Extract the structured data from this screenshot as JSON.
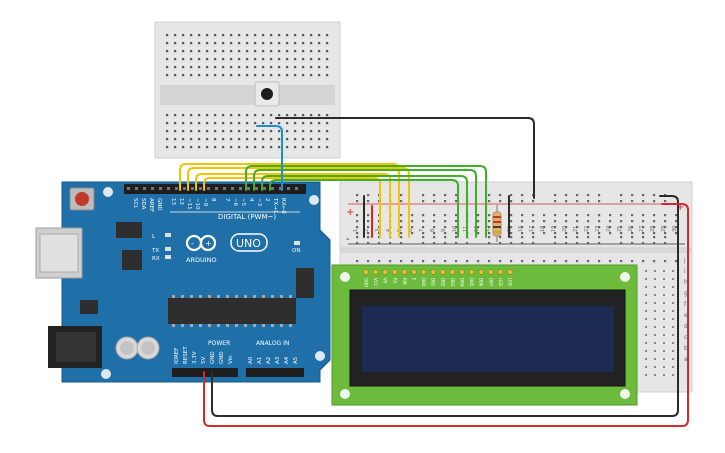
{
  "arduino": {
    "digital_header_label": "DIGITAL (PWM~)",
    "pin_labels_top": [
      "SCL",
      "SDA",
      "AREF",
      "GND",
      "13",
      "12",
      "~11",
      "~10",
      "~9",
      "8",
      "7",
      "~6",
      "~5",
      "4",
      "~3",
      "2",
      "TX→1",
      "RX←0"
    ],
    "brand": "ARDUINO",
    "model": "UNO",
    "on_label": "ON",
    "tx_label": "TX",
    "rx_label": "RX",
    "l_label": "L",
    "power_label": "POWER",
    "analog_label": "ANALOG IN",
    "power_pins": [
      "IOREF",
      "RESET",
      "3.3V",
      "5V",
      "GND",
      "GND",
      "Vin"
    ],
    "analog_pins": [
      "A0",
      "A1",
      "A2",
      "A3",
      "A4",
      "A5"
    ]
  },
  "lcd": {
    "pin_labels": [
      "GND",
      "VCC",
      "V0",
      "RS",
      "RW",
      "E",
      "DB0",
      "DB1",
      "DB2",
      "DB3",
      "DB4",
      "DB5",
      "DB6",
      "DB7",
      "LED",
      "LED"
    ]
  },
  "breadboard": {
    "column_numbers": [
      "1",
      "2",
      "3",
      "4",
      "5",
      "6",
      "7",
      "8",
      "9",
      "10",
      "11",
      "12",
      "13",
      "14",
      "15",
      "16",
      "17",
      "18",
      "19",
      "20",
      "21",
      "22",
      "23",
      "24",
      "25",
      "26",
      "27",
      "28",
      "29",
      "30"
    ],
    "row_letters_right": [
      "j",
      "i",
      "h",
      "g",
      "f",
      "e",
      "d",
      "c",
      "b",
      "a"
    ],
    "plus_label": "+",
    "minus_label": "-"
  },
  "colors": {
    "arduino_blue": "#1f6fa8",
    "breadboard_body": "#e3e3e3",
    "lcd_pcb": "#6cbb3c",
    "lcd_screen": "#1c2a52",
    "wire_yellow": "#f2c500",
    "wire_green": "#3fae29",
    "wire_red": "#d62a2a",
    "wire_black": "#2b2b2b",
    "wire_blue": "#1a8fd6"
  }
}
